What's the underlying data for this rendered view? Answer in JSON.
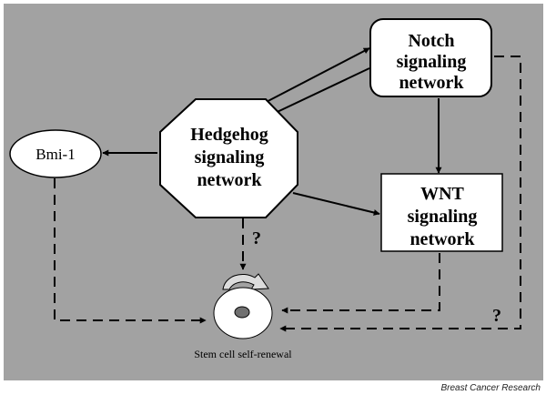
{
  "diagram": {
    "nodes": {
      "notch": {
        "lines": [
          "Notch",
          "signaling",
          "network"
        ]
      },
      "hedgehog": {
        "lines": [
          "Hedgehog",
          "signaling",
          "network"
        ]
      },
      "wnt": {
        "lines": [
          "WNT",
          "signaling",
          "network"
        ]
      },
      "bmi1": {
        "label": "Bmi-1"
      },
      "stem_cell": {
        "caption": "Stem cell self-renewal"
      }
    },
    "question_marks": [
      "?",
      "?"
    ],
    "colors": {
      "panel": "#a2a2a2",
      "node_fill": "#ffffff",
      "stroke": "#000000",
      "curved_arrow": "#dcdcdc"
    }
  },
  "footer": {
    "credit": "Breast Cancer Research"
  }
}
